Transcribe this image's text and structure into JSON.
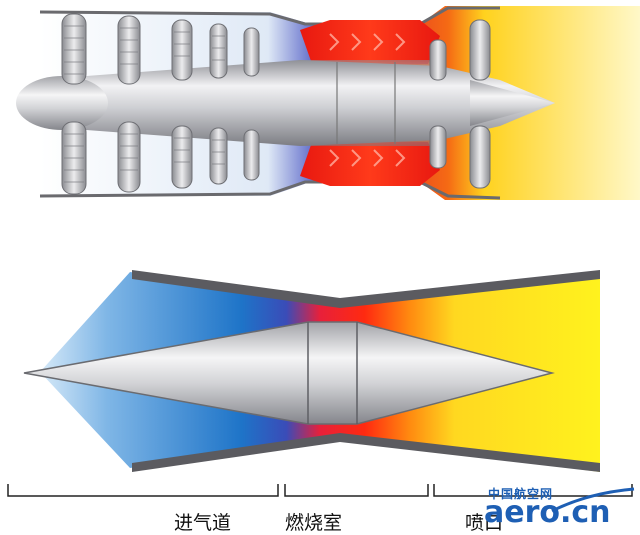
{
  "labels": {
    "inlet": "进气道",
    "combustor": "燃烧室",
    "nozzle": "喷口"
  },
  "watermark": {
    "chinese": "中国航空网",
    "domain": "aero.cn"
  },
  "colors": {
    "intake_blue": "#1e74c8",
    "combustion_red": "#f01a10",
    "exhaust_yellow": "#ffe800",
    "metal_gray": "#c8c8cc",
    "casing_dark": "#555555"
  }
}
